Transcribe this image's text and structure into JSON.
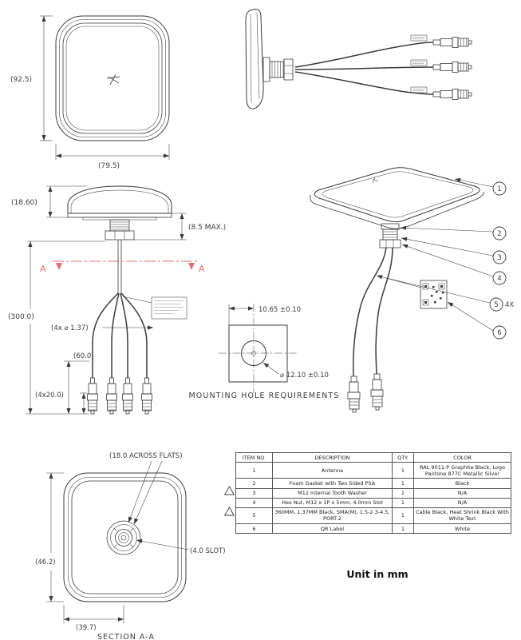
{
  "colors": {
    "line": "#3a3a3a",
    "section_line": "#e36c6c",
    "background": "#ffffff"
  },
  "top_view": {
    "height_dim": "(92.5)",
    "width_dim": "(79.5)"
  },
  "front_view": {
    "dome_height_dim": "(18.60)",
    "stud_dim": "(8.5  MAX.)",
    "cable_length_dim": "(300.0)",
    "cable_dia_dim": "(4x ⌀ 1.37)",
    "straight_dim": "(60.0)",
    "connector_dim": "(4x20.0)",
    "section_letter": "A"
  },
  "mounting_hole": {
    "offset_dim": "10.65  ±0.10",
    "hole_dim": "⌀ 12.10  ±0.10",
    "title": "MOUNTING  HOLE  REQUIREMENTS"
  },
  "iso_view": {
    "balloons": [
      "1",
      "2",
      "3",
      "4",
      "5",
      "6"
    ],
    "balloon_5_qty": "4X"
  },
  "section_view": {
    "across_flats_dim": "(18.0  ACROSS  FLATS)",
    "slot_dim": "(4.0  SLOT)",
    "height_dim": "(46.2)",
    "half_width_dim": "(39.7)",
    "title": "SECTION  A-A"
  },
  "bom_table": {
    "headers": [
      "ITEM NO.",
      "DESCRIPTION",
      "QTY.",
      "COLOR"
    ],
    "rows": [
      {
        "item": "1",
        "description": "Antenna",
        "qty": "1",
        "color": "RAL 9011-P Graphite Black, Logo Pantone 877C Metallic Silver"
      },
      {
        "item": "2",
        "description": "Foam Gasket with Two Sided PSA",
        "qty": "1",
        "color": "Black"
      },
      {
        "item": "3",
        "description": "M12 Internal Tooth Washer",
        "qty": "1",
        "color": "N/A"
      },
      {
        "item": "4",
        "description": "Hex Nut, M12 x 1P x 5mm, 4.0mm Slot",
        "qty": "1",
        "color": "N/A"
      },
      {
        "item": "5",
        "description": "360MM, 1.37MM Black, SMA(M), 1.5-2.3-4.5, PORT-2",
        "qty": "1",
        "color": "Cable Black, Heat Shrink Black With White Text"
      },
      {
        "item": "6",
        "description": "QR Label",
        "qty": "1",
        "color": "White"
      }
    ]
  },
  "unit_note": "Unit in mm"
}
